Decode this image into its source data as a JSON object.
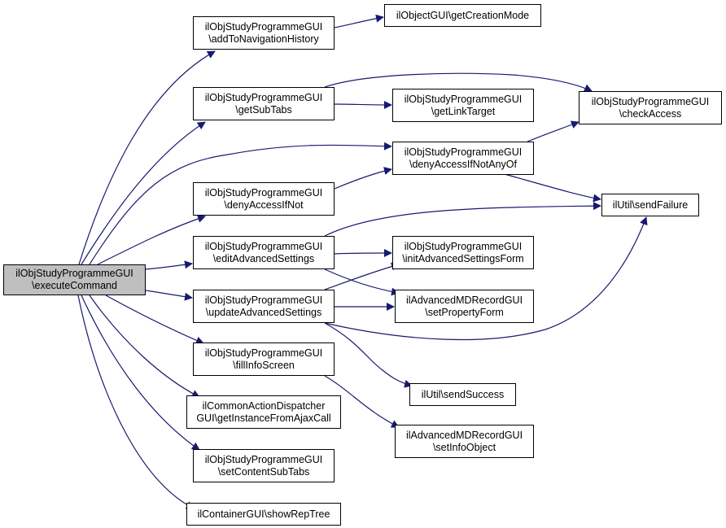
{
  "colors": {
    "edge": "#191970",
    "root_fill": "#bfbfbf",
    "node_fill": "#ffffff",
    "border": "#000000"
  },
  "nodes": {
    "execute": [
      "ilObjStudyProgrammeGUI",
      "\\executeCommand"
    ],
    "addNav": [
      "ilObjStudyProgrammeGUI",
      "\\addToNavigationHistory"
    ],
    "getCreation": [
      "ilObjectGUI\\getCreationMode"
    ],
    "getSubTabs": [
      "ilObjStudyProgrammeGUI",
      "\\getSubTabs"
    ],
    "getLink": [
      "ilObjStudyProgrammeGUI",
      "\\getLinkTarget"
    ],
    "checkAccess": [
      "ilObjStudyProgrammeGUI",
      "\\checkAccess"
    ],
    "denyAnyOf": [
      "ilObjStudyProgrammeGUI",
      "\\denyAccessIfNotAnyOf"
    ],
    "denyIfNot": [
      "ilObjStudyProgrammeGUI",
      "\\denyAccessIfNot"
    ],
    "sendFailure": [
      "ilUtil\\sendFailure"
    ],
    "editAdv": [
      "ilObjStudyProgrammeGUI",
      "\\editAdvancedSettings"
    ],
    "initAdv": [
      "ilObjStudyProgrammeGUI",
      "\\initAdvancedSettingsForm"
    ],
    "updateAdv": [
      "ilObjStudyProgrammeGUI",
      "\\updateAdvancedSettings"
    ],
    "setProp": [
      "ilAdvancedMDRecordGUI",
      "\\setPropertyForm"
    ],
    "sendSuccess": [
      "ilUtil\\sendSuccess"
    ],
    "fillInfo": [
      "ilObjStudyProgrammeGUI",
      "\\fillInfoScreen"
    ],
    "setInfo": [
      "ilAdvancedMDRecordGUI",
      "\\setInfoObject"
    ],
    "commonAction": [
      "ilCommonActionDispatcher",
      "GUI\\getInstanceFromAjaxCall"
    ],
    "setContent": [
      "ilObjStudyProgrammeGUI",
      "\\setContentSubTabs"
    ],
    "showRep": [
      "ilContainerGUI\\showRepTree"
    ]
  }
}
